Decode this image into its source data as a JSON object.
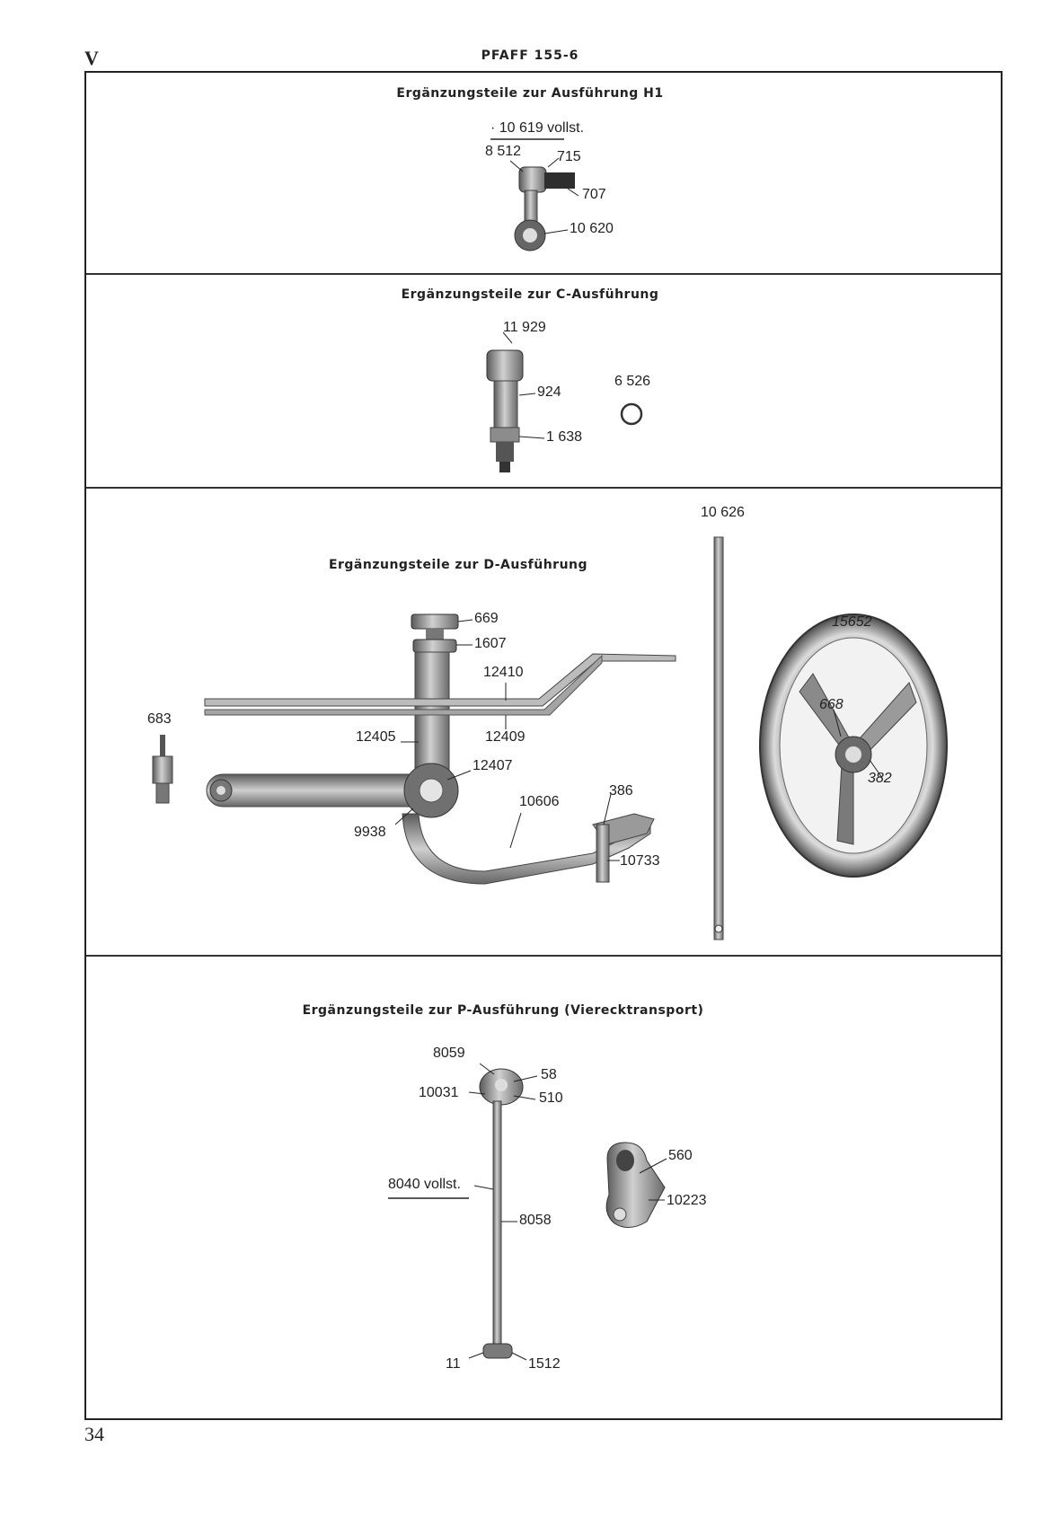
{
  "header": {
    "section_letter": "V",
    "title": "PFAFF 155-6"
  },
  "page_number": "34",
  "sections": [
    {
      "title": "Ergänzungsteile zur Ausführung H1",
      "assembly_label": "· 10 619 vollst.",
      "parts": [
        "8 512",
        "715",
        "707",
        "10 620"
      ]
    },
    {
      "title": "Ergänzungsteile zur C-Ausführung",
      "parts": [
        "11 929",
        "924",
        "1 638",
        "6 526"
      ]
    },
    {
      "title": "Ergänzungsteile zur D-Ausführung",
      "parts": [
        "10 626",
        "669",
        "1607",
        "12410",
        "15652",
        "668",
        "683",
        "12405",
        "12409",
        "12407",
        "382",
        "386",
        "10606",
        "9938",
        "10733"
      ]
    },
    {
      "title": "Ergänzungsteile zur P-Ausführung (Vierecktransport)",
      "parts": [
        "8059",
        "58",
        "10031",
        "510",
        "560",
        "8040 vollst.",
        "10223",
        "8058",
        "11",
        "1512"
      ]
    }
  ],
  "colors": {
    "ink": "#222222",
    "metal_dark": "#4a4a4a",
    "metal_mid": "#8a8a8a",
    "metal_light": "#c8c8c8"
  }
}
